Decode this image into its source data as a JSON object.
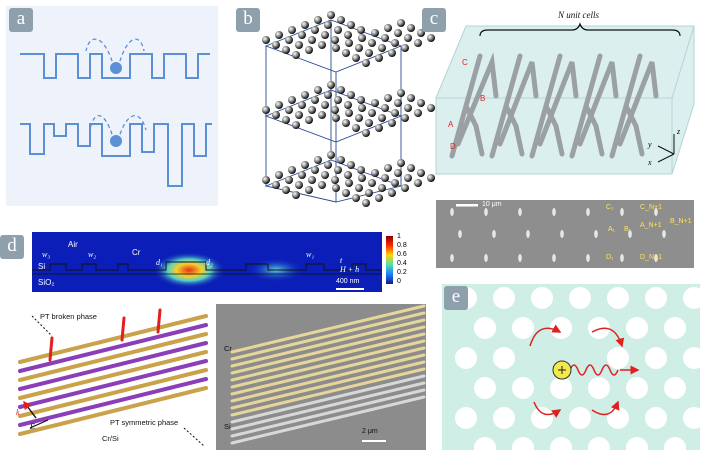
{
  "panel_labels": {
    "a": "a",
    "b": "b",
    "c": "c",
    "d": "d",
    "e": "e"
  },
  "panel_c": {
    "unit_cells_label": "N unit cells",
    "point_labels": [
      "C",
      "B",
      "A",
      "D"
    ],
    "axis_labels": [
      "z",
      "y",
      "x"
    ],
    "sem_scale": "10 μm",
    "sem_labels": [
      "C₁",
      "A₁",
      "B₁",
      "D₁",
      "C_N+1",
      "A_N+1",
      "B_N+1",
      "D_N+1"
    ]
  },
  "panel_d": {
    "air_label": "Air",
    "cr_label": "Cr",
    "si_label": "Si",
    "sio2_label": "SiO₂",
    "w3": "w₃",
    "w2": "w₂",
    "w1": "w₁",
    "d1": "d₁",
    "d2": "d₂",
    "t_label": "t",
    "hh_label": "H + h",
    "scale_bar": "400 nm",
    "colorbar_ticks": [
      "1",
      "0.8",
      "0.6",
      "0.4",
      "0.2",
      "0"
    ],
    "pt_broken": "PT broken phase",
    "pt_symmetric": "PT symmetric phase",
    "k_label": "k",
    "e_label": "E",
    "crsi_label": "Cr/Si",
    "sem_cr": "Cr",
    "sem_si": "Si",
    "sem_scale": "2 μm"
  },
  "colors": {
    "label_bg": "#8fa0ad",
    "waveguide_blue": "#5b8fd6",
    "panel_a_bg": "#eef3fb",
    "crystal_teal": "#cfeee5",
    "arrow_red": "#e02020",
    "purple_rod": "#8a3fb8",
    "gold_rod": "#c9a24a"
  }
}
